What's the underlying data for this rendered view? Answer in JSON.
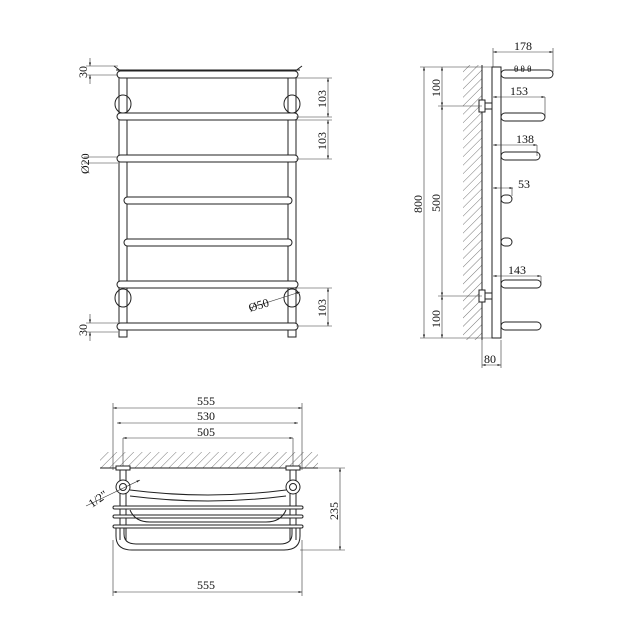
{
  "front_view": {
    "dim_top_offset": "30",
    "dim_bar_spacing_1": "103",
    "dim_bar_spacing_2": "103",
    "dim_bar_spacing_bottom": "103",
    "dim_tube_diameter": "Ø20",
    "dim_mount_diameter": "Ø50",
    "dim_bottom_offset": "30"
  },
  "side_view": {
    "dim_total_height": "800",
    "dim_top_to_mount": "100",
    "dim_mount_spacing": "500",
    "dim_mount_to_bottom": "100",
    "dim_depth_top": "178",
    "dim_depth_2": "153",
    "dim_depth_3": "138",
    "dim_depth_4": "53",
    "dim_depth_6": "143",
    "dim_wall_offset": "80"
  },
  "top_view": {
    "dim_width_outer": "555",
    "dim_width_middle": "530",
    "dim_width_mount": "505",
    "dim_thread": "1/2\"",
    "dim_depth": "235",
    "dim_width_bottom": "555"
  }
}
